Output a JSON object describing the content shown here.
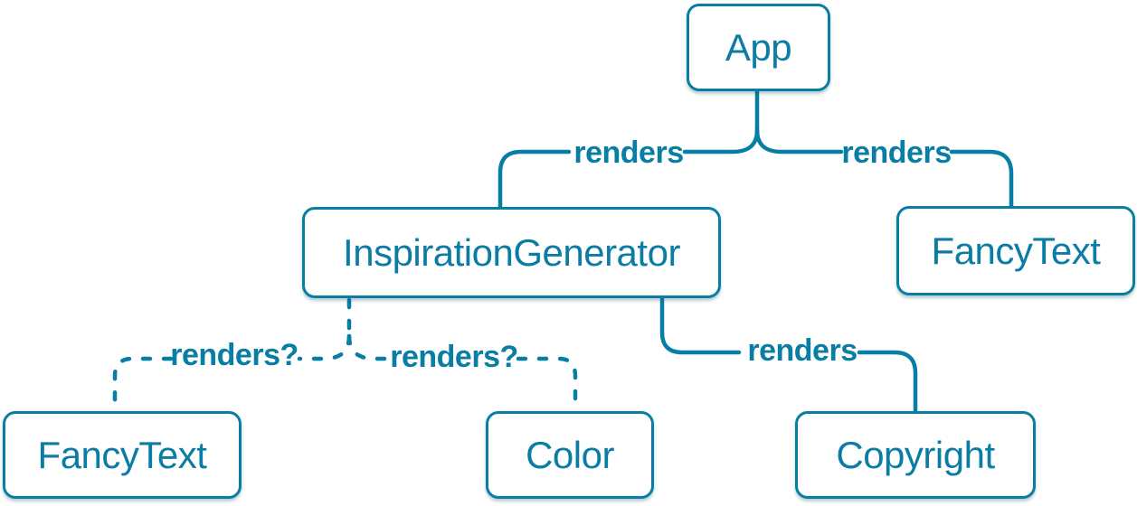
{
  "diagram": {
    "accent_color": "#087ea4",
    "node_text_color": "#0b7ca3",
    "background_color": "#ffffff",
    "nodes": [
      {
        "id": "app",
        "label": "App"
      },
      {
        "id": "inspiration-generator",
        "label": "InspirationGenerator"
      },
      {
        "id": "fancy-text-top",
        "label": "FancyText"
      },
      {
        "id": "fancy-text-bottom",
        "label": "FancyText"
      },
      {
        "id": "color",
        "label": "Color"
      },
      {
        "id": "copyright",
        "label": "Copyright"
      }
    ],
    "edges": [
      {
        "from": "App",
        "to": "InspirationGenerator",
        "label": "renders",
        "style": "solid"
      },
      {
        "from": "App",
        "to": "FancyText",
        "label": "renders",
        "style": "solid"
      },
      {
        "from": "InspirationGenerator",
        "to": "FancyText",
        "label": "renders?",
        "style": "dashed"
      },
      {
        "from": "InspirationGenerator",
        "to": "Color",
        "label": "renders?",
        "style": "dashed"
      },
      {
        "from": "InspirationGenerator",
        "to": "Copyright",
        "label": "renders",
        "style": "solid"
      }
    ]
  }
}
